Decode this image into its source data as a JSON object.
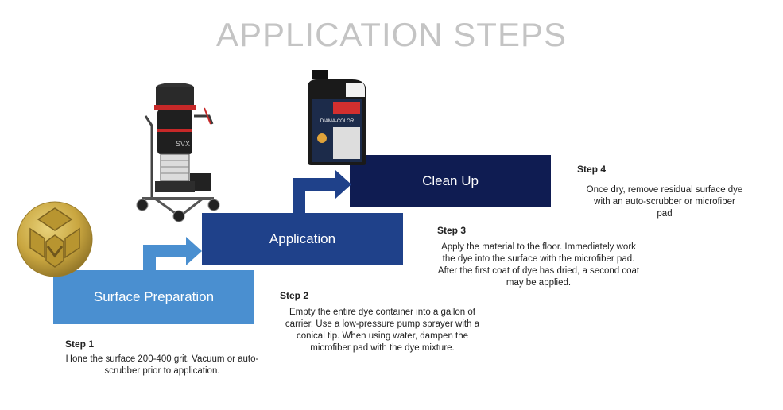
{
  "title": "APPLICATION STEPS",
  "colors": {
    "step1_box": "#4a8fd0",
    "step2_box": "#1f418a",
    "step3_box": "#0f1c52",
    "arrow1": "#4a8fd0",
    "arrow2": "#1f418a",
    "title": "#c4c4c4"
  },
  "boxes": [
    {
      "label": "Surface Preparation"
    },
    {
      "label": "Application"
    },
    {
      "label": "Clean Up"
    }
  ],
  "steps": [
    {
      "heading": "Step 1",
      "body": "Hone the surface 200-400 grit. Vacuum or auto-scrubber prior to application."
    },
    {
      "heading": "Step 2",
      "body": "Empty the entire dye container into a gallon of carrier. Use a low-pressure pump sprayer with a conical tip. When using water, dampen the microfiber pad with the dye mixture."
    },
    {
      "heading": "Step 3",
      "body": "Apply the material to the floor. Immediately work the dye into the surface with the microfiber pad. After the first coat of dye has dried, a second coat may be applied."
    },
    {
      "heading": "Step 4",
      "body": "Once dry, remove residual surface dye with an auto-scrubber or microfiber pad"
    }
  ],
  "images": {
    "pad": "diamond-pad-icon",
    "vacuum": "vacuum-icon",
    "jug": "dye-jug-icon",
    "vacuum_model": "SVX",
    "jug_label": "DIAMA-COLOR"
  }
}
